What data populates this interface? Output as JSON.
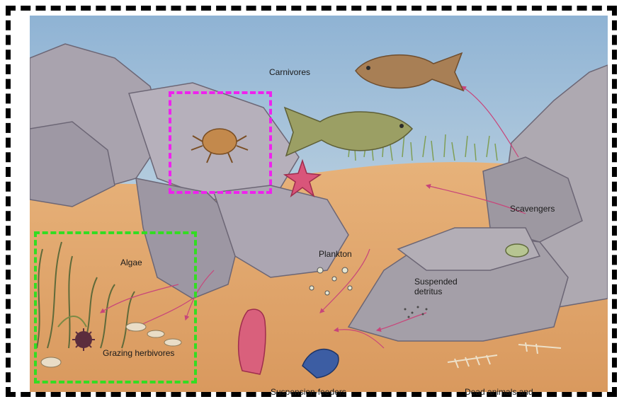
{
  "labels": {
    "carnivores": "Carnivores",
    "scavengers": "Scavengers",
    "plankton": "Plankton",
    "suspended_detritus": "Suspended detritus",
    "algae": "Algae",
    "grazing_herbivores": "Grazing herbivores",
    "suspension_feeders": "Suspension-feeders",
    "dead_animals": "Dead animals and"
  },
  "colors": {
    "outer_frame": "#000000",
    "highlight_carnivore": "#ee22ee",
    "highlight_algae": "#33dd22",
    "flow_arrows": "#c8457a"
  }
}
